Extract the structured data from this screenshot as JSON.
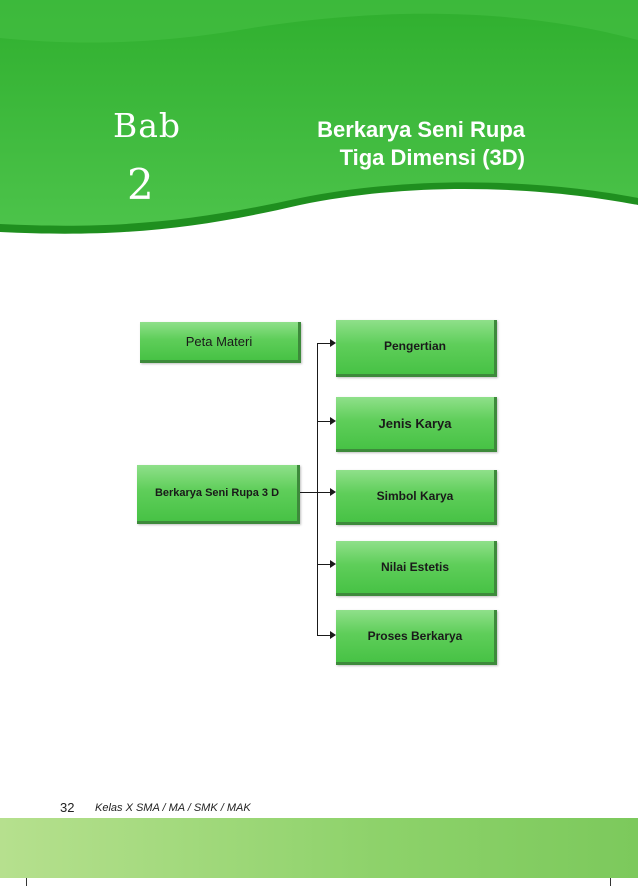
{
  "header": {
    "bab_word": "Bab",
    "bab_number": "2",
    "title_line1": "Berkarya Seni Rupa",
    "title_line2": "Tiga Dimensi (3D)"
  },
  "diagram": {
    "peta_materi": "Peta Materi",
    "root": "Berkarya Seni Rupa 3 D",
    "branches": [
      "Pengertian",
      "Jenis Karya",
      "Simbol Karya",
      "Nilai Estetis",
      "Proses Berkarya"
    ]
  },
  "footer": {
    "page_number": "32",
    "book_label": "Kelas X SMA / MA / SMK / MAK"
  },
  "colors": {
    "header_green": "#3bb93a",
    "box_green": "#5fce5a",
    "footer_green": "#8dd26a"
  }
}
